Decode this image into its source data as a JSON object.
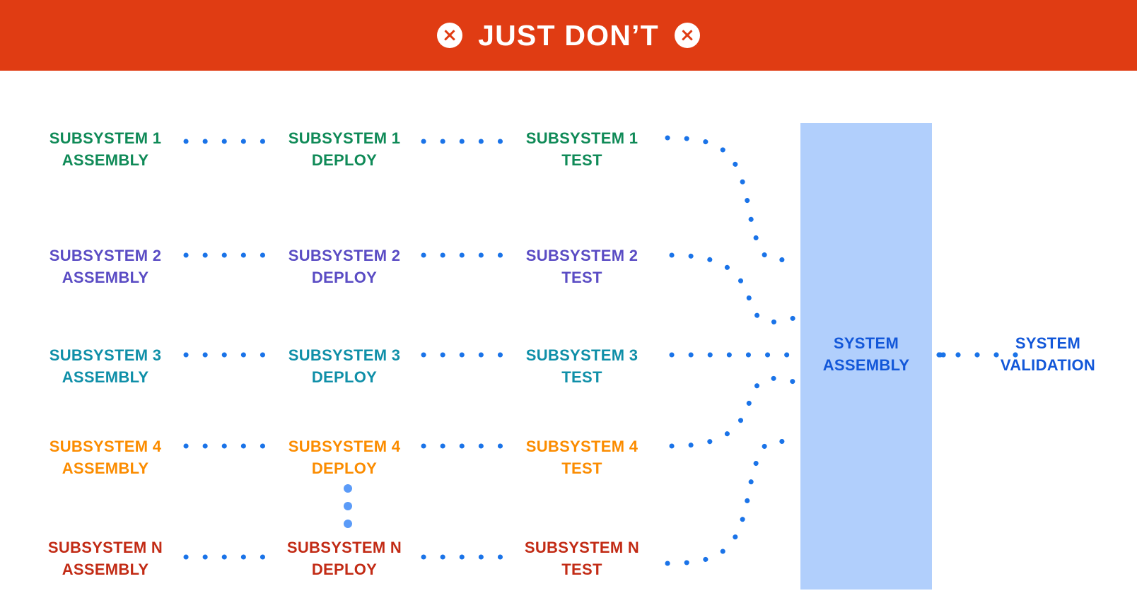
{
  "banner": {
    "title": "JUST DON’T",
    "left_icon": "circled-x-icon",
    "right_icon": "circled-x-icon",
    "background_color": "#e03c13",
    "text_color": "#ffffff"
  },
  "diagram": {
    "columns": [
      "ASSEMBLY",
      "DEPLOY",
      "TEST"
    ],
    "connector_color": "#1a73e8",
    "rows": [
      {
        "id": "subsystem-1",
        "color": "#0f8a57",
        "cells": [
          "SUBSYSTEM 1\nASSEMBLY",
          "SUBSYSTEM 1\nDEPLOY",
          "SUBSYSTEM 1\nTEST"
        ]
      },
      {
        "id": "subsystem-2",
        "color": "#5a4cc4",
        "cells": [
          "SUBSYSTEM 2\nASSEMBLY",
          "SUBSYSTEM 2\nDEPLOY",
          "SUBSYSTEM 2\nTEST"
        ]
      },
      {
        "id": "subsystem-3",
        "color": "#0f8fa8",
        "cells": [
          "SUBSYSTEM 3\nASSEMBLY",
          "SUBSYSTEM 3\nDEPLOY",
          "SUBSYSTEM 3\nTEST"
        ]
      },
      {
        "id": "subsystem-4",
        "color": "#fb8c00",
        "cells": [
          "SUBSYSTEM 4\nASSEMBLY",
          "SUBSYSTEM 4\nDEPLOY",
          "SUBSYSTEM 4\nTEST"
        ]
      },
      {
        "id": "subsystem-n",
        "color": "#c22b15",
        "cells": [
          "SUBSYSTEM N\nASSEMBLY",
          "SUBSYSTEM N\nDEPLOY",
          "SUBSYSTEM N\nTEST"
        ]
      }
    ],
    "ellipsis": "vertical-ellipsis",
    "system_assembly": {
      "label": "SYSTEM\nASSEMBLY",
      "box_color": "#b1cffc",
      "text_color": "#1257d9"
    },
    "system_validation": {
      "label": "SYSTEM\nVALIDATION",
      "text_color": "#1257d9"
    }
  }
}
